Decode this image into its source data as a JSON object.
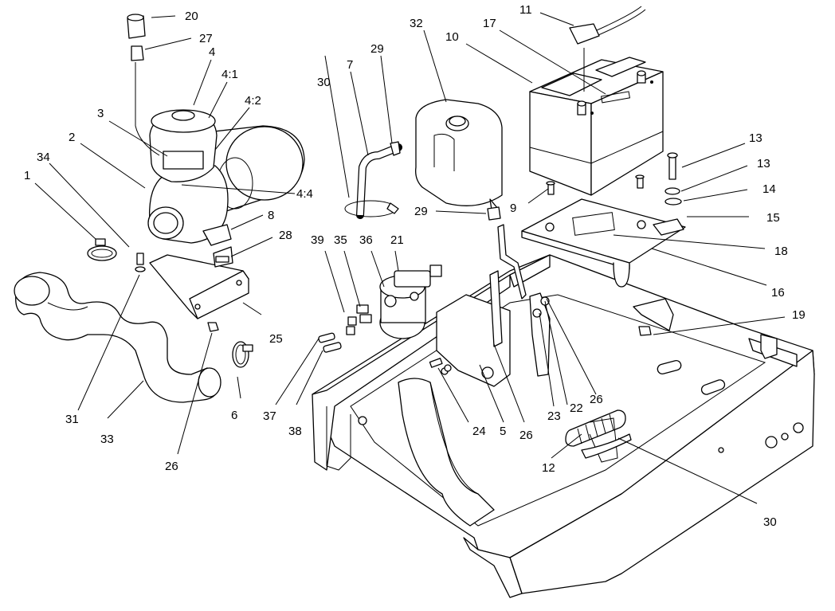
{
  "callouts": [
    {
      "id": "c1",
      "label": "1"
    },
    {
      "id": "c2",
      "label": "2"
    },
    {
      "id": "c3",
      "label": "3"
    },
    {
      "id": "c4",
      "label": "4"
    },
    {
      "id": "c4_1",
      "label": "4:1"
    },
    {
      "id": "c4_2",
      "label": "4:2"
    },
    {
      "id": "c4_4",
      "label": "4:4"
    },
    {
      "id": "c5",
      "label": "5"
    },
    {
      "id": "c6",
      "label": "6"
    },
    {
      "id": "c7",
      "label": "7"
    },
    {
      "id": "c8",
      "label": "8"
    },
    {
      "id": "c9",
      "label": "9"
    },
    {
      "id": "c10",
      "label": "10"
    },
    {
      "id": "c11",
      "label": "11"
    },
    {
      "id": "c12",
      "label": "12"
    },
    {
      "id": "c13a",
      "label": "13"
    },
    {
      "id": "c13b",
      "label": "13"
    },
    {
      "id": "c14",
      "label": "14"
    },
    {
      "id": "c15",
      "label": "15"
    },
    {
      "id": "c16",
      "label": "16"
    },
    {
      "id": "c17",
      "label": "17"
    },
    {
      "id": "c18",
      "label": "18"
    },
    {
      "id": "c19",
      "label": "19"
    },
    {
      "id": "c20",
      "label": "20"
    },
    {
      "id": "c21",
      "label": "21"
    },
    {
      "id": "c22",
      "label": "22"
    },
    {
      "id": "c23",
      "label": "23"
    },
    {
      "id": "c24",
      "label": "24"
    },
    {
      "id": "c25",
      "label": "25"
    },
    {
      "id": "c26a",
      "label": "26"
    },
    {
      "id": "c26b",
      "label": "26"
    },
    {
      "id": "c26c",
      "label": "26"
    },
    {
      "id": "c27",
      "label": "27"
    },
    {
      "id": "c28",
      "label": "28"
    },
    {
      "id": "c29a",
      "label": "29"
    },
    {
      "id": "c29b",
      "label": "29"
    },
    {
      "id": "c30a",
      "label": "30"
    },
    {
      "id": "c30b",
      "label": "30"
    },
    {
      "id": "c31",
      "label": "31"
    },
    {
      "id": "c32",
      "label": "32"
    },
    {
      "id": "c33",
      "label": "33"
    },
    {
      "id": "c34",
      "label": "34"
    },
    {
      "id": "c35",
      "label": "35"
    },
    {
      "id": "c36",
      "label": "36"
    },
    {
      "id": "c37",
      "label": "37"
    },
    {
      "id": "c38",
      "label": "38"
    },
    {
      "id": "c39",
      "label": "39"
    }
  ]
}
